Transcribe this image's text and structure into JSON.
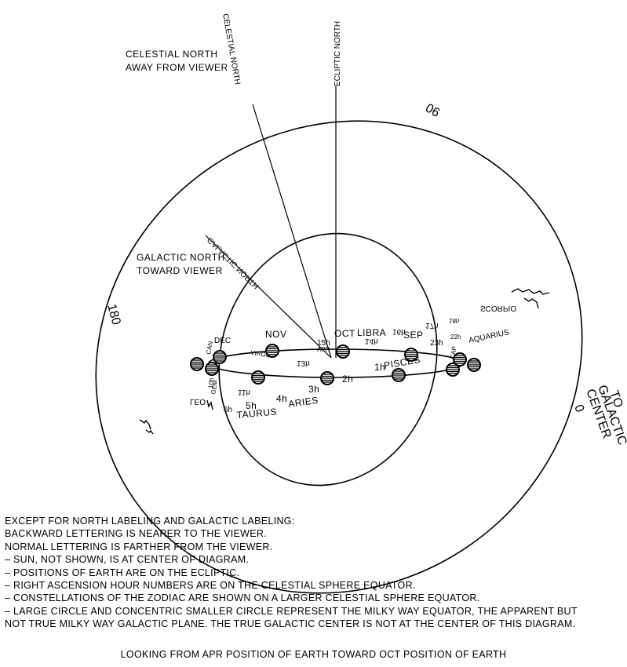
{
  "labels": {
    "celestial_north_axis": "CELESTIAL NORTH",
    "ecliptic_north_axis": "ECLIPTIC NORTH",
    "galactic_north_axis": "GALACTIC NORTH",
    "celestial_north_note": [
      "CELESTIAL NORTH",
      "AWAY FROM VIEWER"
    ],
    "galactic_north_note": [
      "GALACTIC NORTH",
      "TOWARD VIEWER"
    ],
    "galactic_center": [
      "TO",
      "GALACTIC",
      "CENTER"
    ],
    "deg_0": "0",
    "deg_90": "90",
    "deg_180": "180"
  },
  "months": {
    "apr": "APR",
    "oct": "OCT",
    "nov": "NOV",
    "dec": "DEC",
    "sep": "SEP"
  },
  "constellations": {
    "libra": "LIBRA",
    "scorpio": "SCORPIO",
    "aquarius": "AQUARIUS",
    "pisces": "PISCES",
    "taurus": "TAURUS",
    "aries": "ARIES",
    "leo": "LEO",
    "virgo": "VIRGO",
    "sag": "SAG",
    "gem": "GEM",
    "cap": "CAP",
    "can": "CAN"
  },
  "hours": {
    "h1": "1h",
    "h2": "2h",
    "h3": "3h",
    "h4": "4h",
    "h5": "5h",
    "h6": "6h",
    "h10": "10h",
    "h11": "11h",
    "h13": "13h",
    "h14": "14h",
    "h15": "15h",
    "h16": "16h",
    "h17": "17h",
    "h18": "18h",
    "h22": "22h",
    "h23": "23h"
  },
  "notes": [
    "EXCEPT FOR NORTH LABELING AND GALACTIC LABELING:",
    "BACKWARD LETTERING IS NEARER TO THE VIEWER.",
    "NORMAL LETTERING IS FARTHER FROM THE VIEWER.",
    "–  SUN, NOT SHOWN, IS AT CENTER OF DIAGRAM.",
    "–  POSITIONS OF EARTH ARE ON THE ECLIPTIC.",
    "–  RIGHT ASCENSION HOUR NUMBERS ARE ON THE CELESTIAL SPHERE EQUATOR.",
    "–  CONSTELLATIONS OF THE ZODIAC ARE SHOWN ON A LARGER CELESTIAL SPHERE EQUATOR.",
    "–  LARGE CIRCLE AND CONCENTRIC SMALLER CIRCLE REPRESENT THE MILKY WAY EQUATOR, THE APPARENT BUT",
    "NOT TRUE MILKY WAY GALACTIC PLANE. THE TRUE GALACTIC CENTER IS NOT AT THE CENTER OF THIS DIAGRAM."
  ],
  "caption": "LOOKING FROM APR POSITION OF EARTH TOWARD OCT POSITION OF EARTH"
}
